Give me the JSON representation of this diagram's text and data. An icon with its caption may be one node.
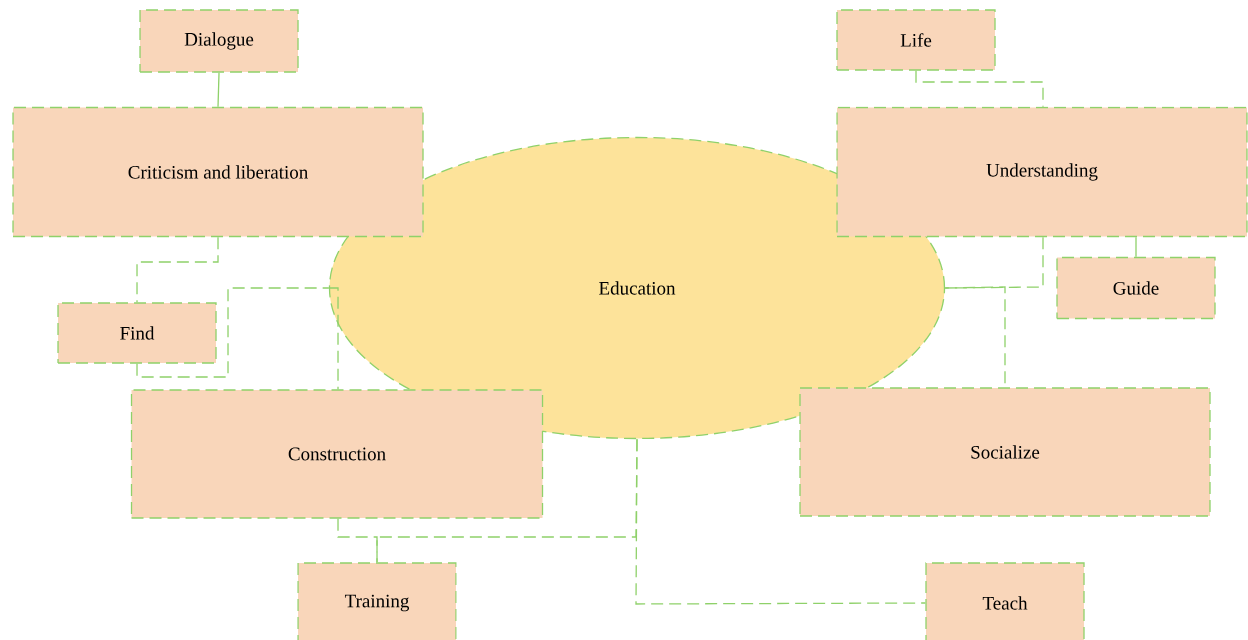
{
  "diagram": {
    "nodes": [
      {
        "text": [
          "Dialogue"
        ]
      },
      {
        "text": [
          "Criticism and liberation"
        ]
      },
      {
        "text": [
          "Life"
        ]
      },
      {
        "text": [
          "Understanding"
        ]
      },
      {
        "text": [
          "Education"
        ]
      },
      {
        "text": [
          "Guide"
        ]
      },
      {
        "text": [
          "Find"
        ]
      },
      {
        "text": [
          "Construction"
        ]
      },
      {
        "text": [
          "Socialize"
        ]
      },
      {
        "text": [
          "Training"
        ]
      },
      {
        "text": [
          "Teach"
        ]
      }
    ],
    "edges": [
      {
        "from": 0,
        "to": 1,
        "arrow": "none"
      },
      {
        "from": 1,
        "to": 6,
        "arrow": "none",
        "style": "dashed"
      },
      {
        "from": 6,
        "to": 4,
        "arrow": "none",
        "style": "dashed"
      },
      {
        "from": 4,
        "to": 7,
        "arrow": "none",
        "style": "dashed"
      },
      {
        "from": 2,
        "to": 3,
        "arrow": "none",
        "style": "dashed"
      },
      {
        "from": 3,
        "to": 4,
        "arrow": "none",
        "style": "dashed"
      },
      {
        "from": 4,
        "to": 8,
        "arrow": "none",
        "style": "dashed"
      },
      {
        "from": 3,
        "to": 5,
        "arrow": "none"
      },
      {
        "from": 4,
        "to": 9,
        "arrow": "none",
        "style": "dashed"
      },
      {
        "from": 7,
        "to": 9,
        "arrow": "none",
        "style": "dashed"
      },
      {
        "from": 4,
        "to": 10,
        "arrow": "none",
        "style": "dashed"
      }
    ]
  }
}
